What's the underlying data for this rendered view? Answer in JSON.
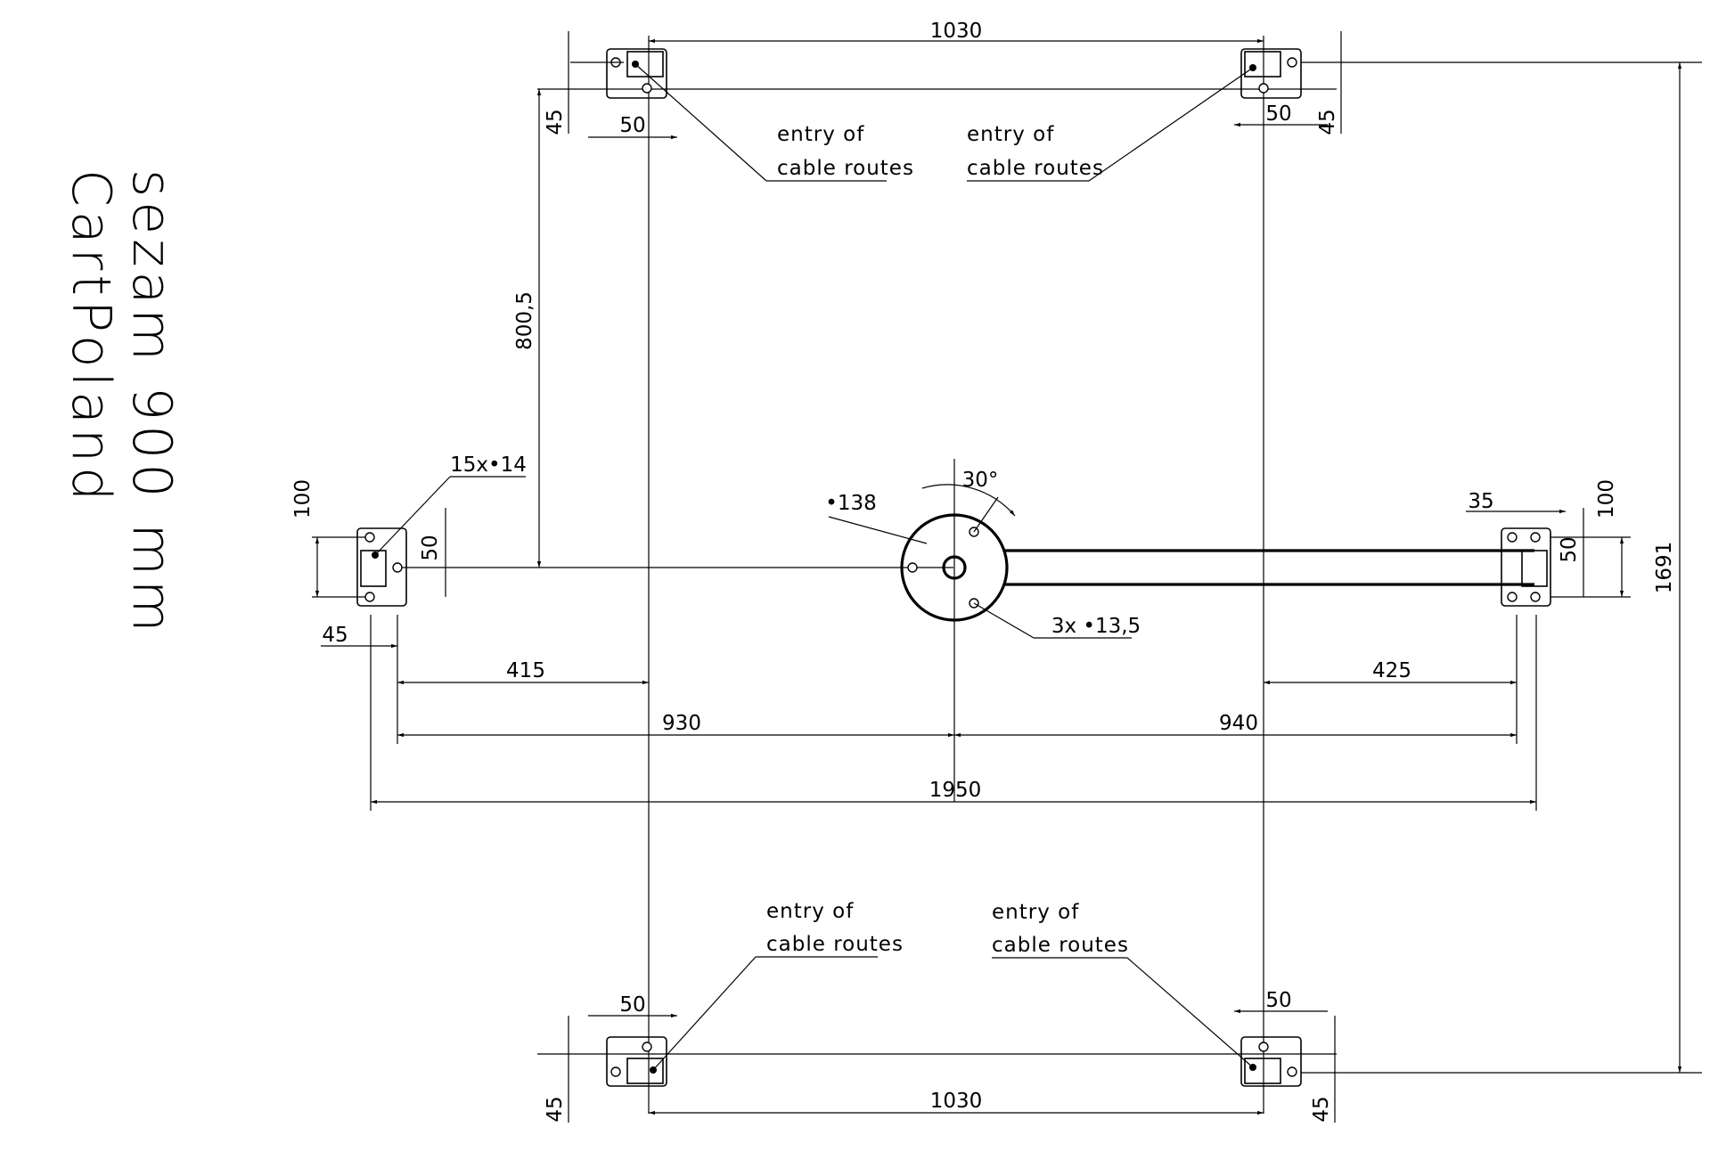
{
  "title": {
    "line1": "sezam 900 mm",
    "line2": "CartPoland"
  },
  "labels": {
    "entry_line1": "entry of",
    "entry_line2": "cable routes"
  },
  "dimensions": {
    "top_span": "1030",
    "bottom_span": "1030",
    "overall_height": "1691",
    "top_left_45": "45",
    "top_left_50": "50",
    "top_right_50": "50",
    "top_right_45": "45",
    "vertical_offset": "800,5",
    "left_hole_spec": "15x•14",
    "left_100": "100",
    "left_50": "50",
    "left_45": "45",
    "center_diameter": "•138",
    "bolt_angle": "30°",
    "bolt_holes": "3x •13,5",
    "right_35": "35",
    "right_50": "50",
    "right_100": "100",
    "dim_415": "415",
    "dim_425": "425",
    "dim_930": "930",
    "dim_940": "940",
    "overall_width": "1950",
    "bottom_left_50": "50",
    "bottom_right_50": "50",
    "bottom_left_45": "45",
    "bottom_right_45": "45"
  }
}
